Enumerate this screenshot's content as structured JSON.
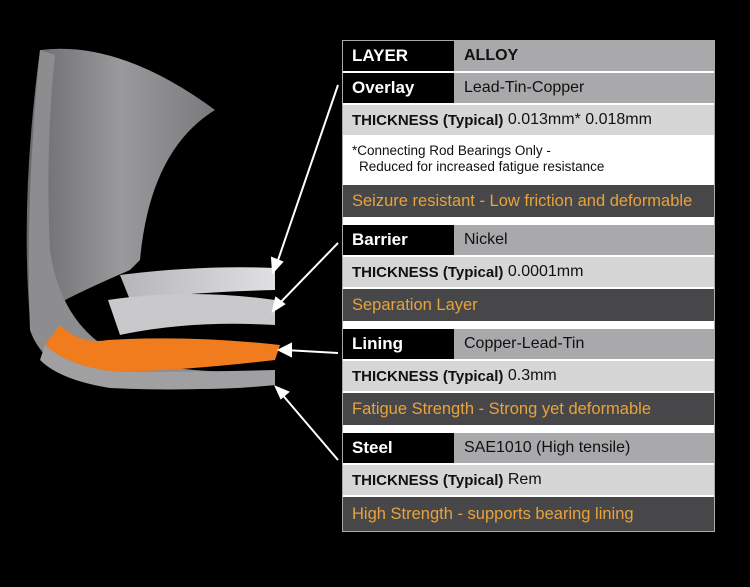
{
  "table": {
    "header": {
      "layer": "LAYER",
      "alloy": "ALLOY"
    },
    "thickness_label": "THICKNESS (Typical)",
    "layers": [
      {
        "name": "Overlay",
        "alloy": "Lead-Tin-Copper",
        "thickness": "0.013mm* 0.018mm",
        "note_line1": "*Connecting Rod Bearings Only -",
        "note_line2": "Reduced for increased fatigue resistance",
        "description": "Seizure resistant - Low friction and deformable"
      },
      {
        "name": "Barrier",
        "alloy": "Nickel",
        "thickness": "0.0001mm",
        "description": "Separation Layer"
      },
      {
        "name": "Lining",
        "alloy": "Copper-Lead-Tin",
        "thickness": "0.3mm",
        "description": "Fatigue Strength - Strong yet deformable"
      },
      {
        "name": "Steel",
        "alloy": "SAE1010 (High tensile)",
        "thickness": "Rem",
        "description": "High Strength - supports bearing lining"
      }
    ]
  },
  "colors": {
    "accent": "#e8a33a",
    "lining": "#f07c1e",
    "row_dark": "#474749",
    "row_mid": "#a9a9ab",
    "row_light": "#d6d6d7"
  }
}
